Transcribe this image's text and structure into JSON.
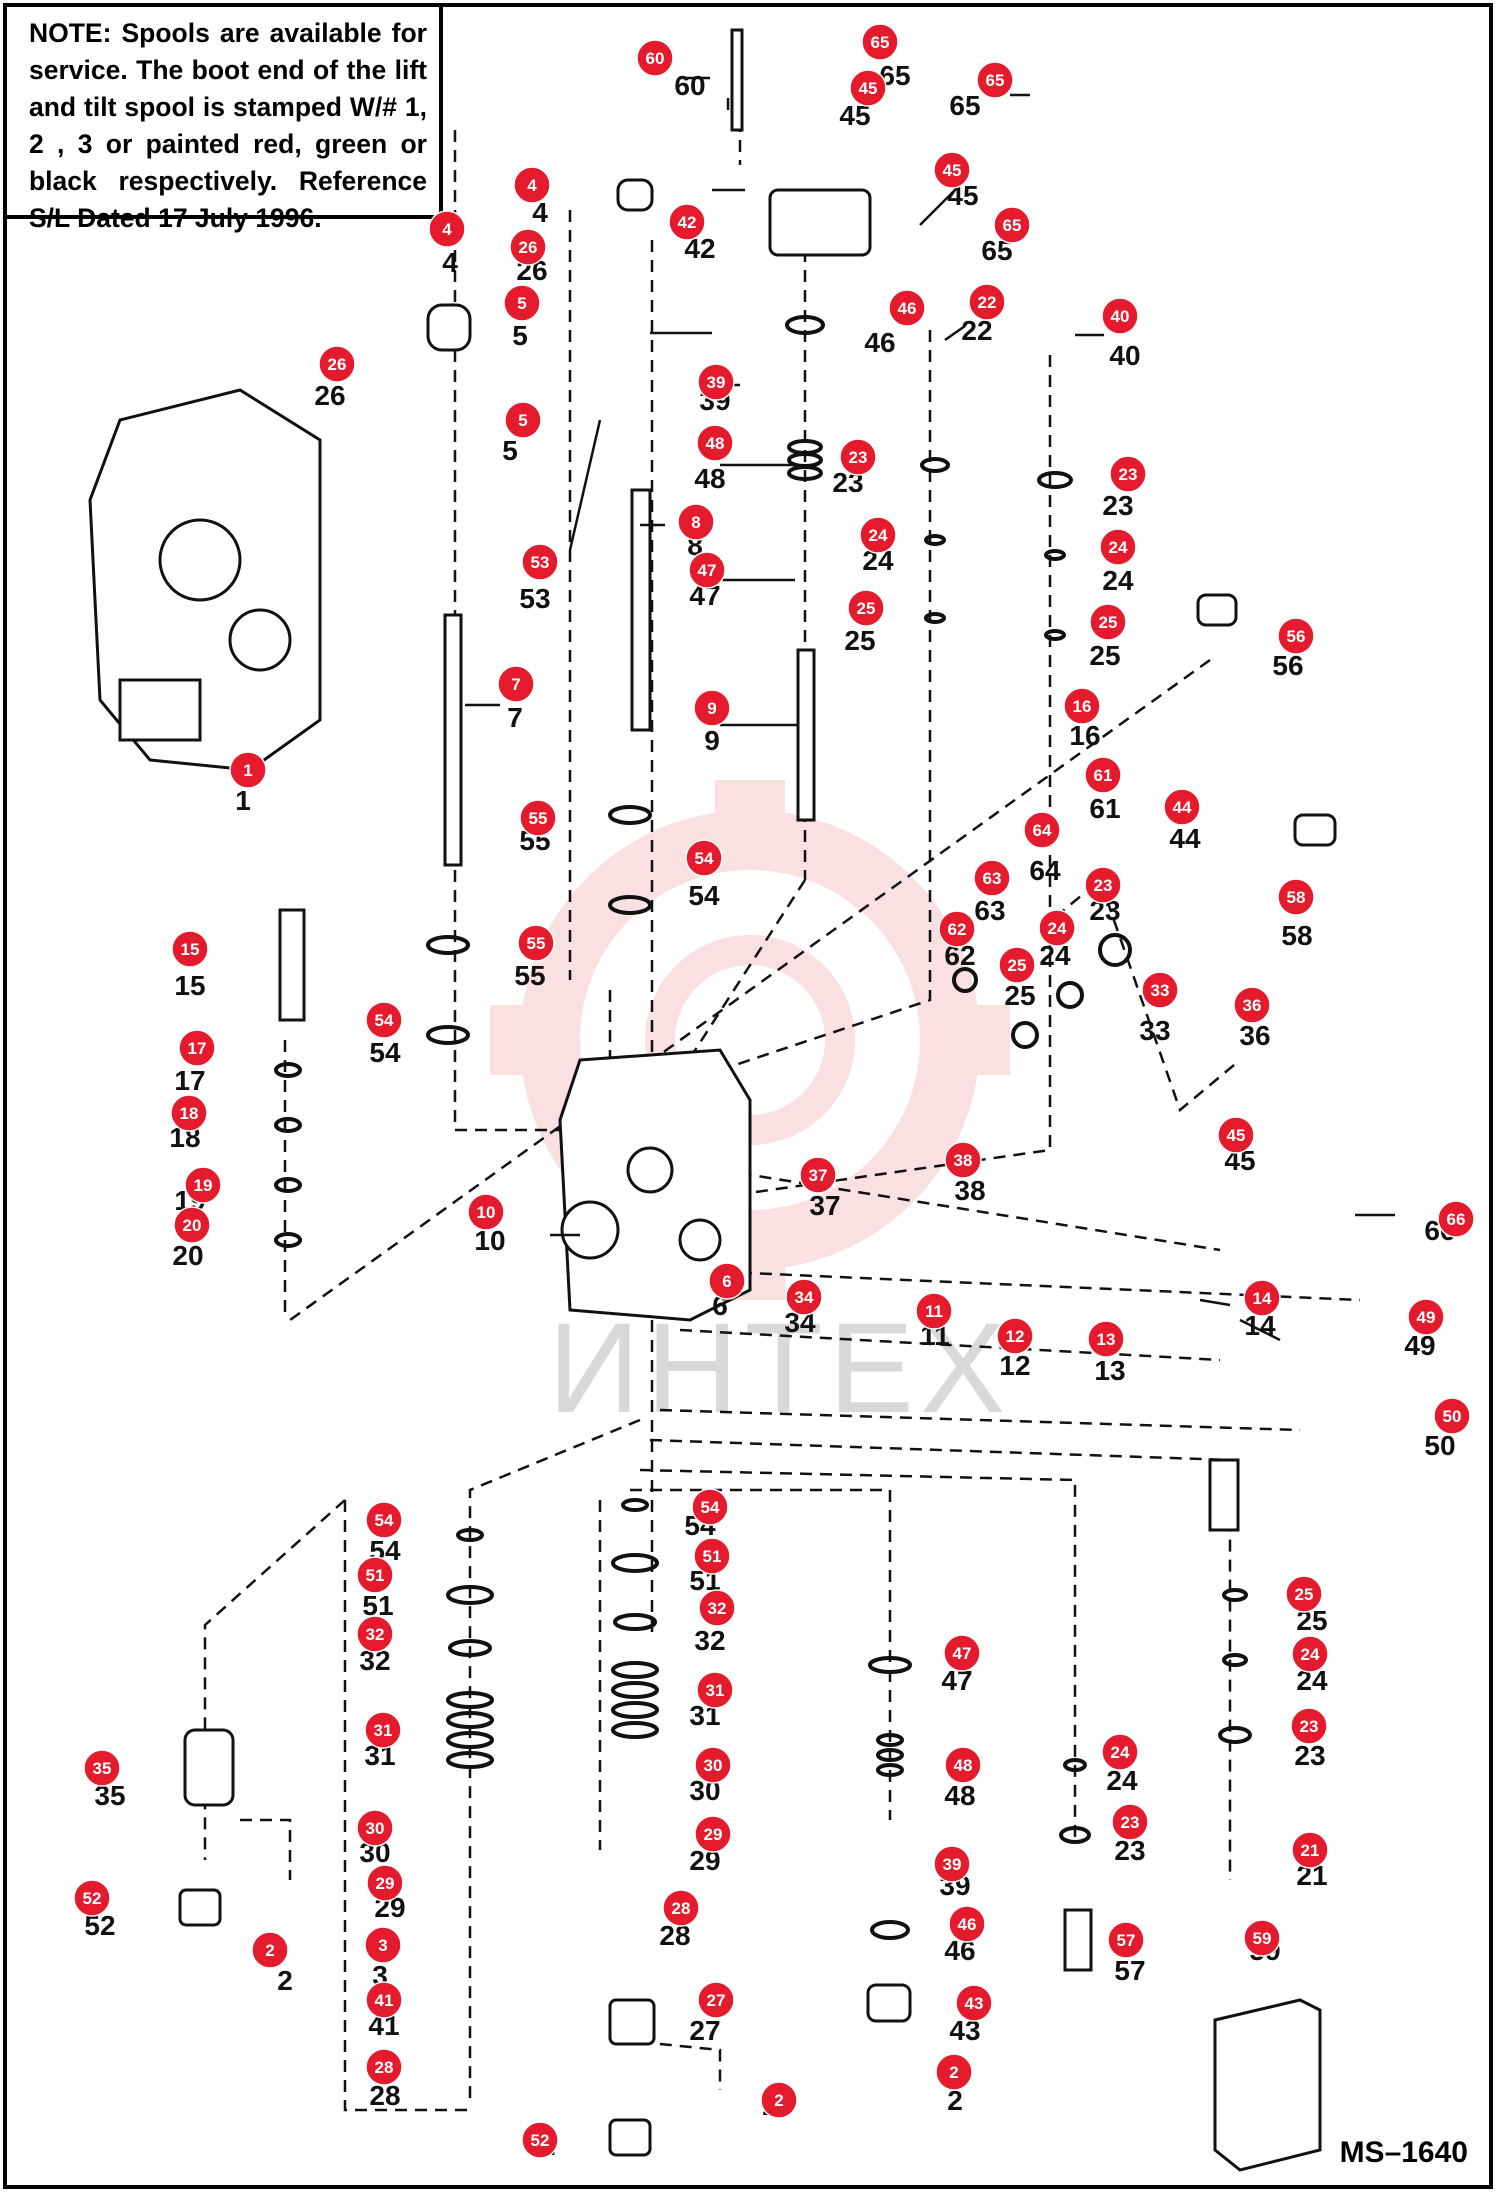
{
  "note": {
    "label": "NOTE:",
    "text": "Spools are available for service. The boot end of the lift and tilt spool is stamped W/# 1, 2 , 3 or painted red, green or black respectively. Reference S/L Dated 17 July 1996."
  },
  "drawing_number": "MS–1640",
  "watermark": "ИНТЕХ",
  "colors": {
    "badge": "#e41b2c",
    "badge_text": "#ffffff",
    "line": "#111111",
    "watermark": "#f2a9a9"
  },
  "callouts": [
    {
      "n": "60",
      "id": "60"
    },
    {
      "n": "65",
      "id": "65a"
    },
    {
      "n": "45",
      "id": "45a"
    },
    {
      "n": "65",
      "id": "65b"
    },
    {
      "n": "4",
      "id": "4a"
    },
    {
      "n": "45",
      "id": "45b"
    },
    {
      "n": "42",
      "id": "42"
    },
    {
      "n": "65",
      "id": "65c"
    },
    {
      "n": "4",
      "id": "4b"
    },
    {
      "n": "26",
      "id": "26a"
    },
    {
      "n": "5",
      "id": "5a"
    },
    {
      "n": "46",
      "id": "46a"
    },
    {
      "n": "22",
      "id": "22"
    },
    {
      "n": "40",
      "id": "40"
    },
    {
      "n": "26",
      "id": "26b"
    },
    {
      "n": "39",
      "id": "39a"
    },
    {
      "n": "5",
      "id": "5b"
    },
    {
      "n": "48",
      "id": "48a"
    },
    {
      "n": "23",
      "id": "23a"
    },
    {
      "n": "23",
      "id": "23b"
    },
    {
      "n": "8",
      "id": "8"
    },
    {
      "n": "24",
      "id": "24a"
    },
    {
      "n": "24",
      "id": "24b"
    },
    {
      "n": "53",
      "id": "53"
    },
    {
      "n": "47",
      "id": "47a"
    },
    {
      "n": "25",
      "id": "25a"
    },
    {
      "n": "25",
      "id": "25b"
    },
    {
      "n": "56",
      "id": "56"
    },
    {
      "n": "7",
      "id": "7"
    },
    {
      "n": "9",
      "id": "9"
    },
    {
      "n": "16",
      "id": "16"
    },
    {
      "n": "1",
      "id": "1"
    },
    {
      "n": "61",
      "id": "61"
    },
    {
      "n": "44",
      "id": "44"
    },
    {
      "n": "55",
      "id": "55a"
    },
    {
      "n": "64",
      "id": "64"
    },
    {
      "n": "54",
      "id": "54a"
    },
    {
      "n": "63",
      "id": "63"
    },
    {
      "n": "23",
      "id": "23c"
    },
    {
      "n": "58",
      "id": "58"
    },
    {
      "n": "62",
      "id": "62"
    },
    {
      "n": "24",
      "id": "24c"
    },
    {
      "n": "15",
      "id": "15"
    },
    {
      "n": "55",
      "id": "55b"
    },
    {
      "n": "25",
      "id": "25c"
    },
    {
      "n": "33",
      "id": "33"
    },
    {
      "n": "36",
      "id": "36"
    },
    {
      "n": "54",
      "id": "54b"
    },
    {
      "n": "17",
      "id": "17"
    },
    {
      "n": "18",
      "id": "18"
    },
    {
      "n": "45",
      "id": "45c"
    },
    {
      "n": "37",
      "id": "37"
    },
    {
      "n": "38",
      "id": "38"
    },
    {
      "n": "19",
      "id": "19"
    },
    {
      "n": "10",
      "id": "10"
    },
    {
      "n": "66",
      "id": "66"
    },
    {
      "n": "20",
      "id": "20"
    },
    {
      "n": "6",
      "id": "6"
    },
    {
      "n": "34",
      "id": "34"
    },
    {
      "n": "11",
      "id": "11"
    },
    {
      "n": "14",
      "id": "14"
    },
    {
      "n": "49",
      "id": "49"
    },
    {
      "n": "12",
      "id": "12"
    },
    {
      "n": "13",
      "id": "13"
    },
    {
      "n": "50",
      "id": "50"
    },
    {
      "n": "54",
      "id": "54c"
    },
    {
      "n": "54",
      "id": "54d"
    },
    {
      "n": "51",
      "id": "51a"
    },
    {
      "n": "51",
      "id": "51b"
    },
    {
      "n": "32",
      "id": "32a"
    },
    {
      "n": "32",
      "id": "32b"
    },
    {
      "n": "25",
      "id": "25d"
    },
    {
      "n": "47",
      "id": "47b"
    },
    {
      "n": "24",
      "id": "24d"
    },
    {
      "n": "31",
      "id": "31a"
    },
    {
      "n": "31",
      "id": "31b"
    },
    {
      "n": "23",
      "id": "23d"
    },
    {
      "n": "35",
      "id": "35"
    },
    {
      "n": "30",
      "id": "30a"
    },
    {
      "n": "30",
      "id": "30b"
    },
    {
      "n": "48",
      "id": "48b"
    },
    {
      "n": "24",
      "id": "24e"
    },
    {
      "n": "23",
      "id": "23e"
    },
    {
      "n": "29",
      "id": "29a"
    },
    {
      "n": "29",
      "id": "29b"
    },
    {
      "n": "21",
      "id": "21"
    },
    {
      "n": "39",
      "id": "39b"
    },
    {
      "n": "52",
      "id": "52a"
    },
    {
      "n": "28",
      "id": "28a"
    },
    {
      "n": "2",
      "id": "2a"
    },
    {
      "n": "3",
      "id": "3"
    },
    {
      "n": "46",
      "id": "46b"
    },
    {
      "n": "57",
      "id": "57"
    },
    {
      "n": "59",
      "id": "59"
    },
    {
      "n": "41",
      "id": "41"
    },
    {
      "n": "27",
      "id": "27"
    },
    {
      "n": "43",
      "id": "43"
    },
    {
      "n": "28",
      "id": "28b"
    },
    {
      "n": "2",
      "id": "2b"
    },
    {
      "n": "2",
      "id": "2c"
    },
    {
      "n": "52",
      "id": "52b"
    }
  ]
}
